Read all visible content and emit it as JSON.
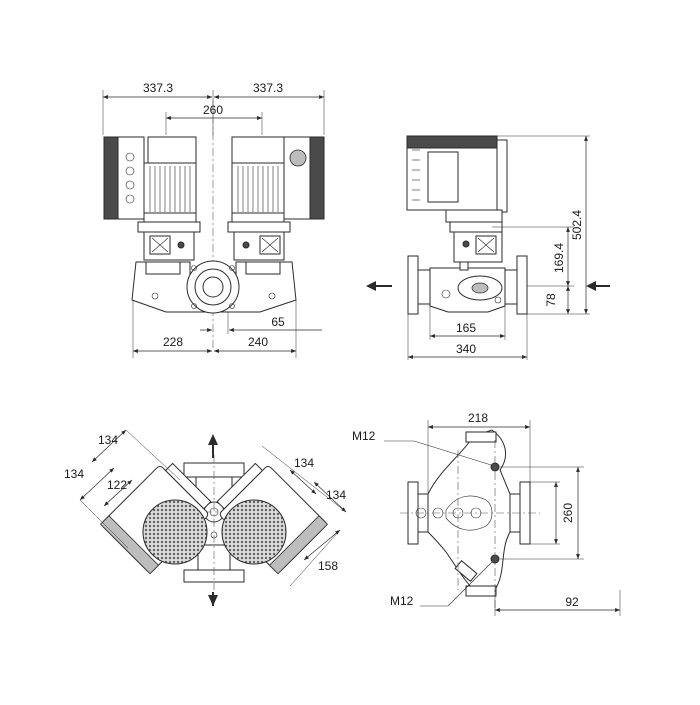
{
  "views": {
    "front": {
      "dims": {
        "left_width": "337.3",
        "right_width": "337.3",
        "motor_spacing": "260",
        "left_to_center": "228",
        "right_to_center": "240",
        "offset": "65"
      }
    },
    "side": {
      "dims": {
        "total_height": "502.4",
        "pump_height": "169.4",
        "port_height": "78",
        "flange_spacing": "165",
        "total_length": "340"
      }
    },
    "top": {
      "dims": {
        "motor_left_a": "134",
        "motor_left_b": "134",
        "motor_left_c": "122",
        "motor_right_a": "134",
        "motor_right_b": "134",
        "motor_depth": "158"
      }
    },
    "base": {
      "dims": {
        "width": "218",
        "hole_spacing": "260",
        "edge_offset": "92"
      },
      "thread_top": "M12",
      "thread_bottom": "M12"
    }
  },
  "colors": {
    "line": "#2a2a2a",
    "motor_fill": "#4a4a4a",
    "shade": "#bdbdbd"
  }
}
